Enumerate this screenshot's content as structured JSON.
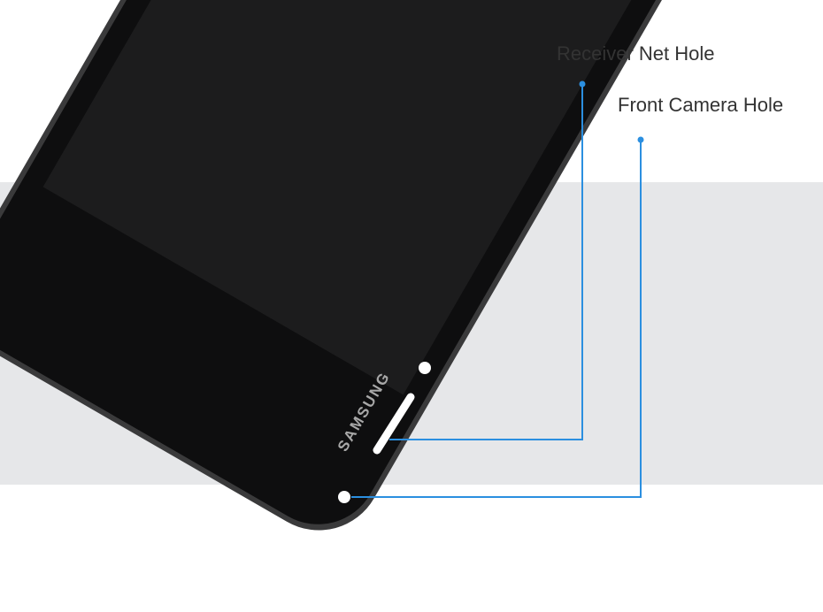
{
  "colors": {
    "background": "#ffffff",
    "band": "#e6e7e9",
    "phone_body": "#1a1a1b",
    "phone_bezel": "#0c0c0d",
    "screen": "#1c1c1d",
    "callout_line": "#2b8fe0",
    "label_text": "#333333",
    "brand_text": "#a8a8a8"
  },
  "phone": {
    "brand_logo": "SAMSUNG"
  },
  "callouts": [
    {
      "label": "Receiver Net Hole"
    },
    {
      "label": "Front Camera Hole"
    }
  ]
}
